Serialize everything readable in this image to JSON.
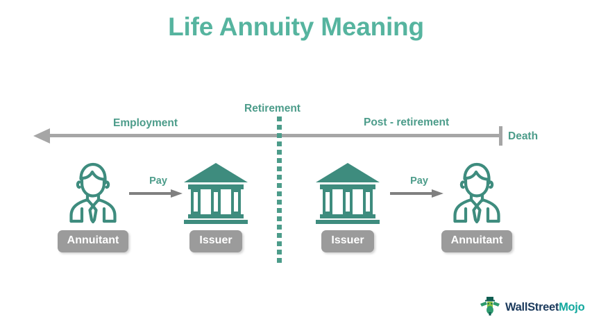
{
  "title": "Life Annuity Meaning",
  "colors": {
    "title_green": "#56b49f",
    "icon_teal": "#3e8c7e",
    "label_teal": "#4c9c8a",
    "timeline_gray": "#a6a6a6",
    "pill_gray": "#9b9b9b",
    "arrow_gray": "#808080",
    "logo_dark": "#1b3a5c",
    "logo_teal": "#13a89e"
  },
  "timeline": {
    "employment_label": "Employment",
    "retirement_label": "Retirement",
    "post_retirement_label": "Post - retirement",
    "death_label": "Death"
  },
  "flow": {
    "nodes": [
      {
        "role": "Annuitant",
        "icon": "person-icon"
      },
      {
        "role": "Issuer",
        "icon": "bank-icon"
      },
      {
        "role": "Issuer",
        "icon": "bank-icon"
      },
      {
        "role": "Annuitant",
        "icon": "person-icon"
      }
    ],
    "arrows": [
      {
        "label": "Pay",
        "direction": "right"
      },
      {
        "label": "Pay",
        "direction": "right"
      }
    ]
  },
  "logo": {
    "primary": "WallStreet",
    "accent": "Mojo"
  }
}
